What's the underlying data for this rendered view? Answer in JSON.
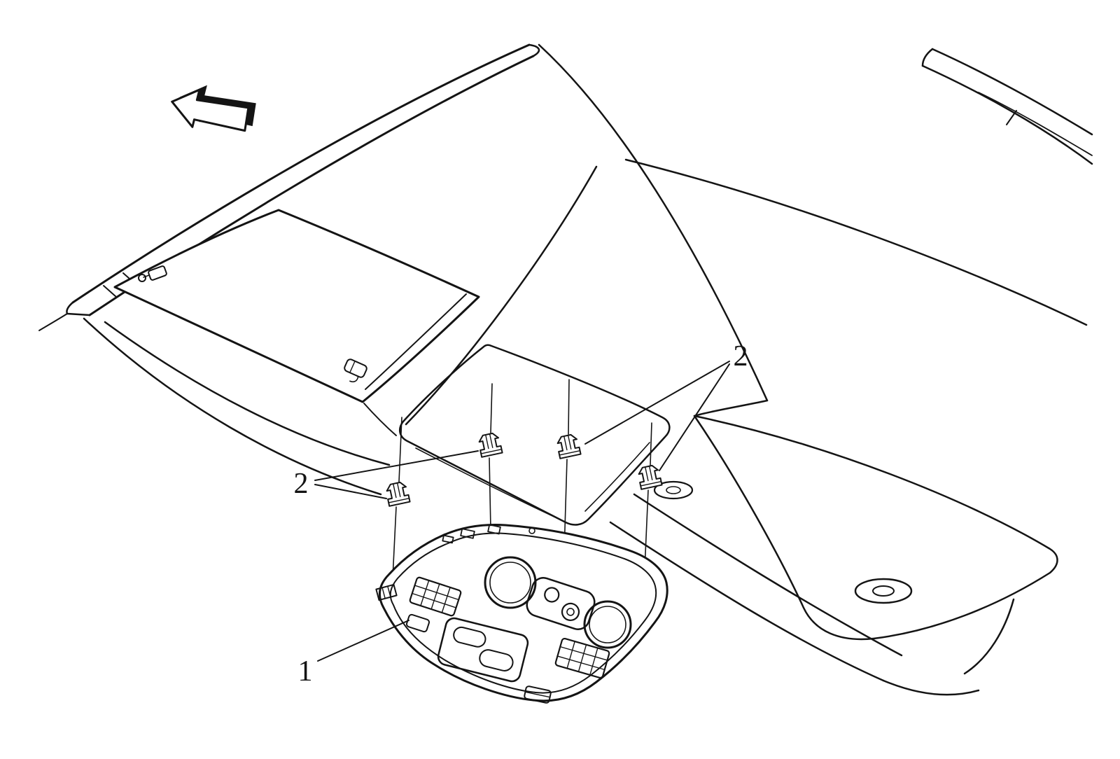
{
  "diagram": {
    "callouts": [
      {
        "label": "1",
        "target": "overhead-console"
      },
      {
        "label": "2",
        "target": "retaining-clips-front"
      },
      {
        "label": "2",
        "target": "retaining-clips-rear"
      }
    ],
    "icons": [
      {
        "name": "front-direction-arrow"
      }
    ]
  },
  "colors": {
    "line": "#141414",
    "background": "#ffffff"
  }
}
